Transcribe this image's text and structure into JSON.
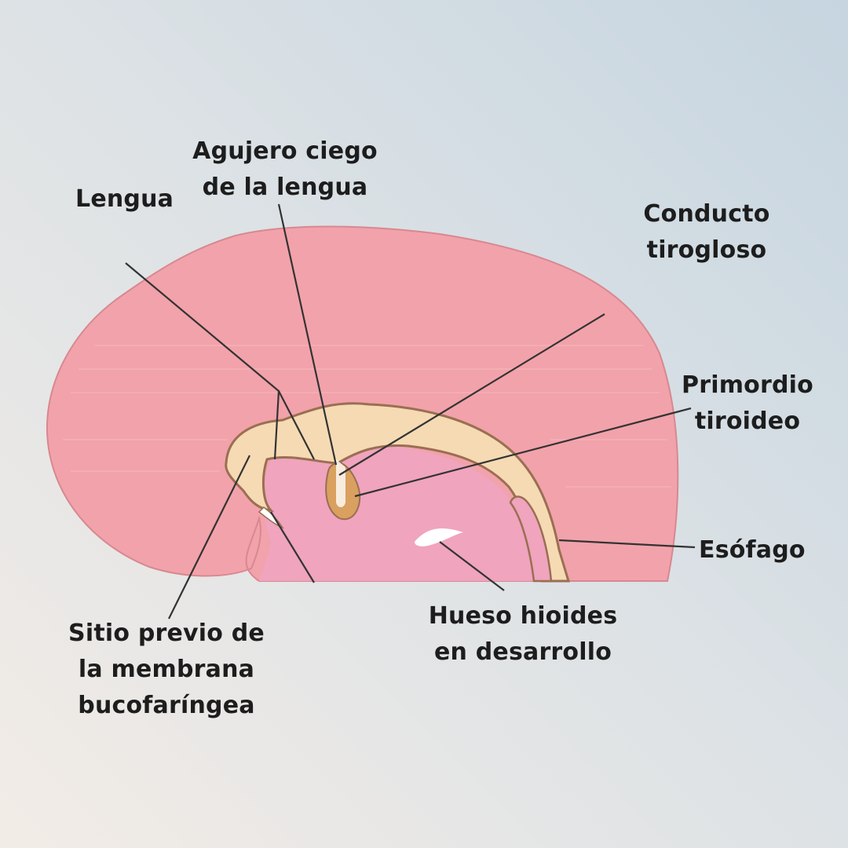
{
  "labels": {
    "lengua": "Lengua",
    "agujero_ciego": "Agujero ciego\nde la lengua",
    "conducto_tirogloso": "Conducto\ntirogloso",
    "primordio_tiroideo": "Primordio\ntiroideo",
    "esofago": "Esófago",
    "hueso_hioides": "Hueso hioides\nen desarrollo",
    "sitio_membrana": "Sitio previo de\nla membrana\nbucofaríngea"
  },
  "colors": {
    "tissue_outer": "#f2a2aa",
    "tissue_outer_edge": "#d88890",
    "pharynx_floor": "#f0a4be",
    "cartilage": "#f5dab4",
    "cartilage_edge": "#9a6f52",
    "thyroid": "#d9a060",
    "leader_line": "#333333"
  }
}
